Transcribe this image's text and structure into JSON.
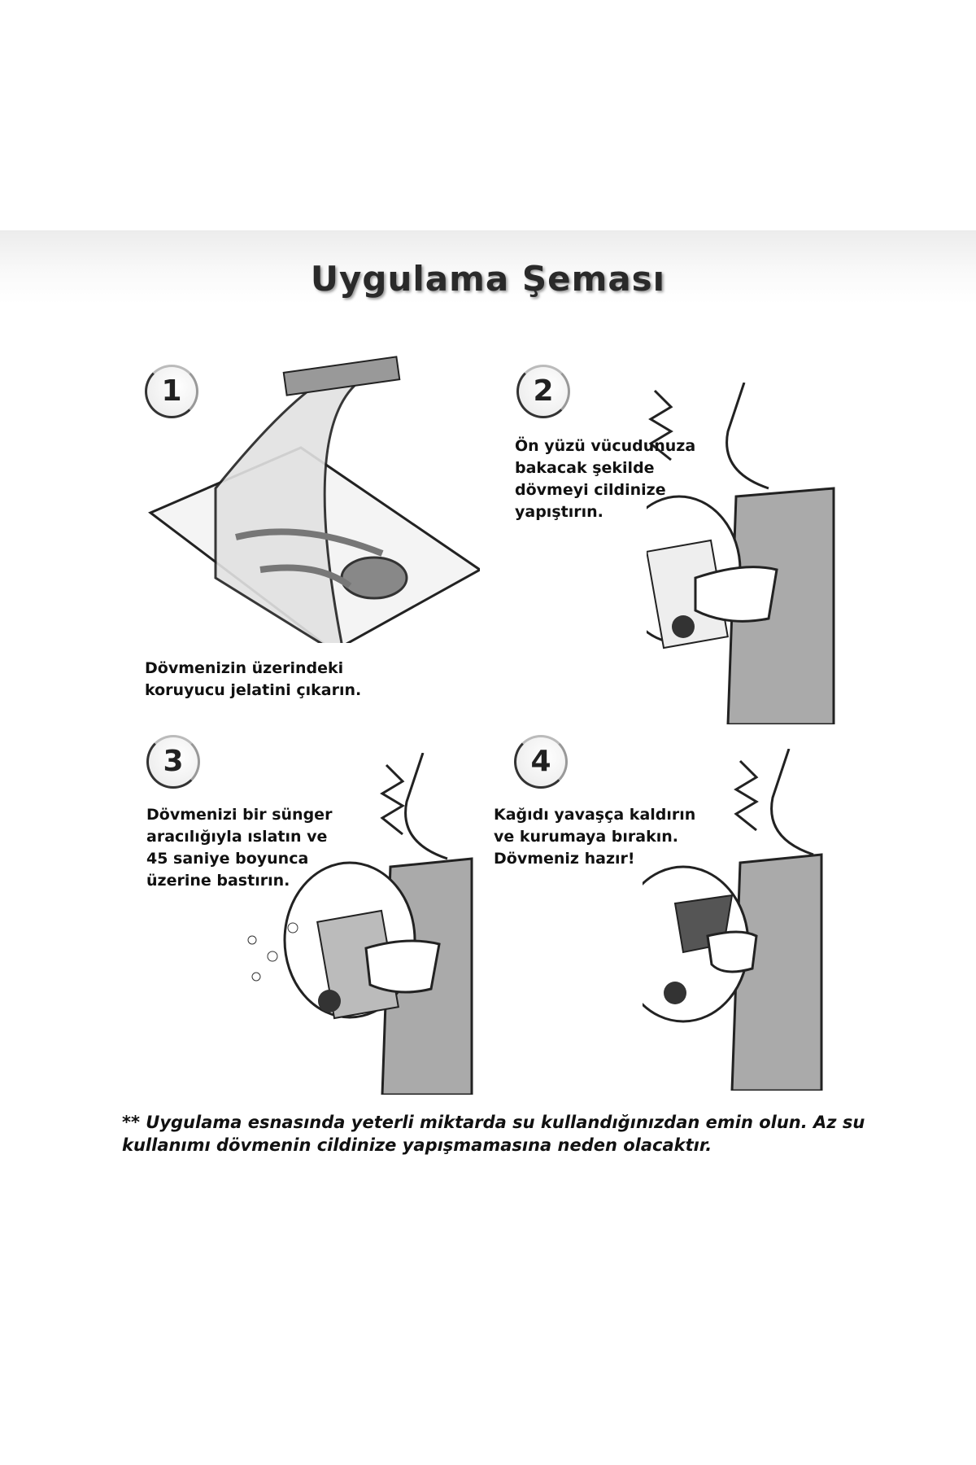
{
  "title": "Uygulama Şeması",
  "steps": [
    {
      "number": "1",
      "text": "Dövmenizin üzerindeki\nkoruyucu jelatini çıkarın."
    },
    {
      "number": "2",
      "text": "Ön yüzü vücudunuza\nbakacak şekilde\ndövmeyi cildinize\nyapıştırın."
    },
    {
      "number": "3",
      "text": "Dövmenizi bir sünger\naracılığıyla ıslatın ve\n45 saniye boyunca\nüzerine bastırın."
    },
    {
      "number": "4",
      "text": "Kağıdı yavaşça kaldırın\nve kurumaya bırakın.\nDövmeniz hazır!"
    }
  ],
  "note": "** Uygulama esnasında yeterli miktarda su kullandığınızdan emin olun. Az su kullanımı dövmenin cildinize yapışmamasına neden olacaktır."
}
